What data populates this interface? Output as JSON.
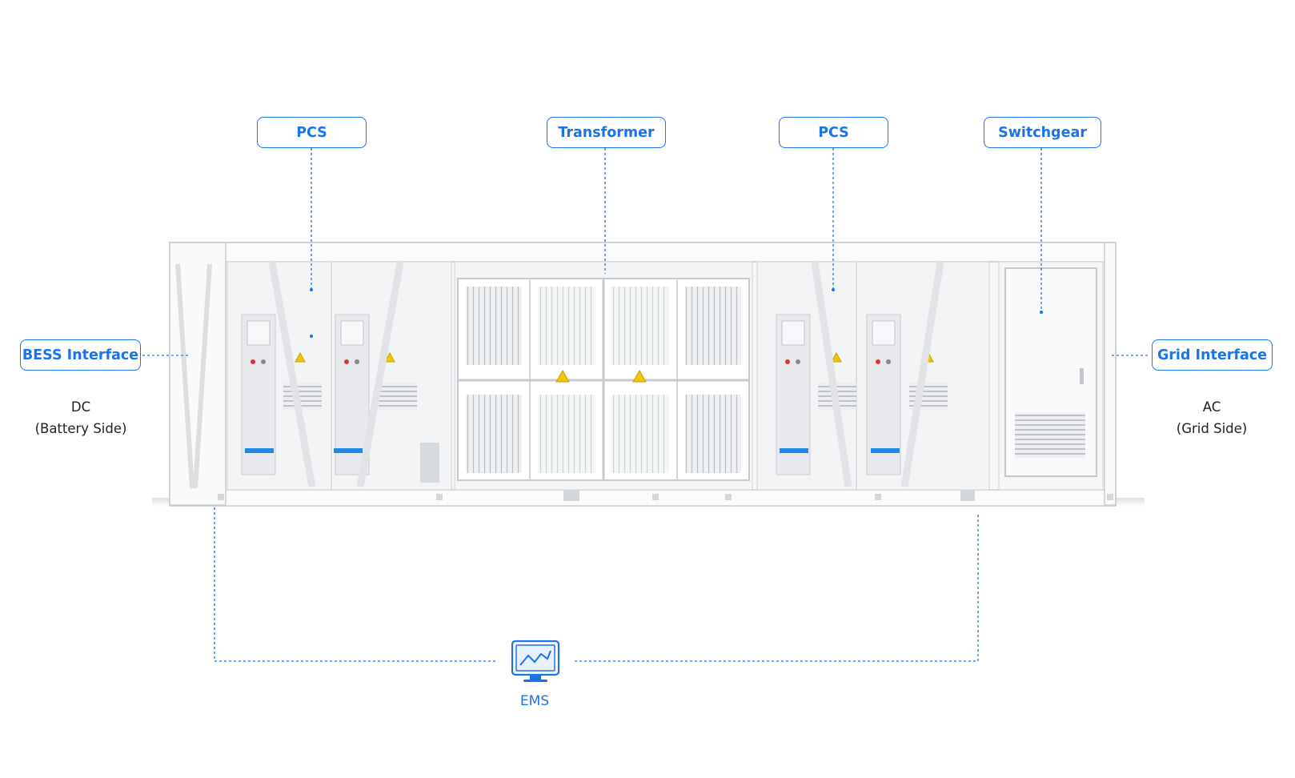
{
  "callouts": {
    "pcs_left": "PCS",
    "transformer": "Transformer",
    "pcs_right": "PCS",
    "switchgear": "Switchgear",
    "bess_interface": "BESS Interface",
    "grid_interface": "Grid Interface"
  },
  "sides": {
    "dc_title": "DC",
    "dc_sub": "(Battery Side)",
    "ac_title": "AC",
    "ac_sub": "(Grid Side)"
  },
  "ems": {
    "label": "EMS",
    "icon": "monitor-chart-icon"
  },
  "colors": {
    "accent": "#1a73e8",
    "cabinet_stripe": "#1e88e5",
    "warning": "#f5c400",
    "container": "#f3f4f6"
  }
}
